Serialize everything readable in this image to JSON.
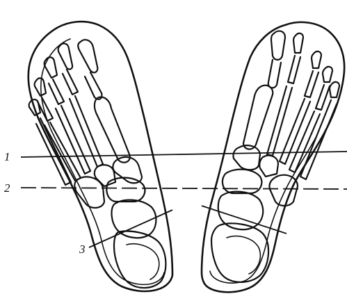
{
  "figure": {
    "labels": {
      "line_1": "1",
      "line_2": "2",
      "line_3": "3"
    },
    "colors": {
      "ink": "#111111",
      "background": "#ffffff"
    }
  }
}
